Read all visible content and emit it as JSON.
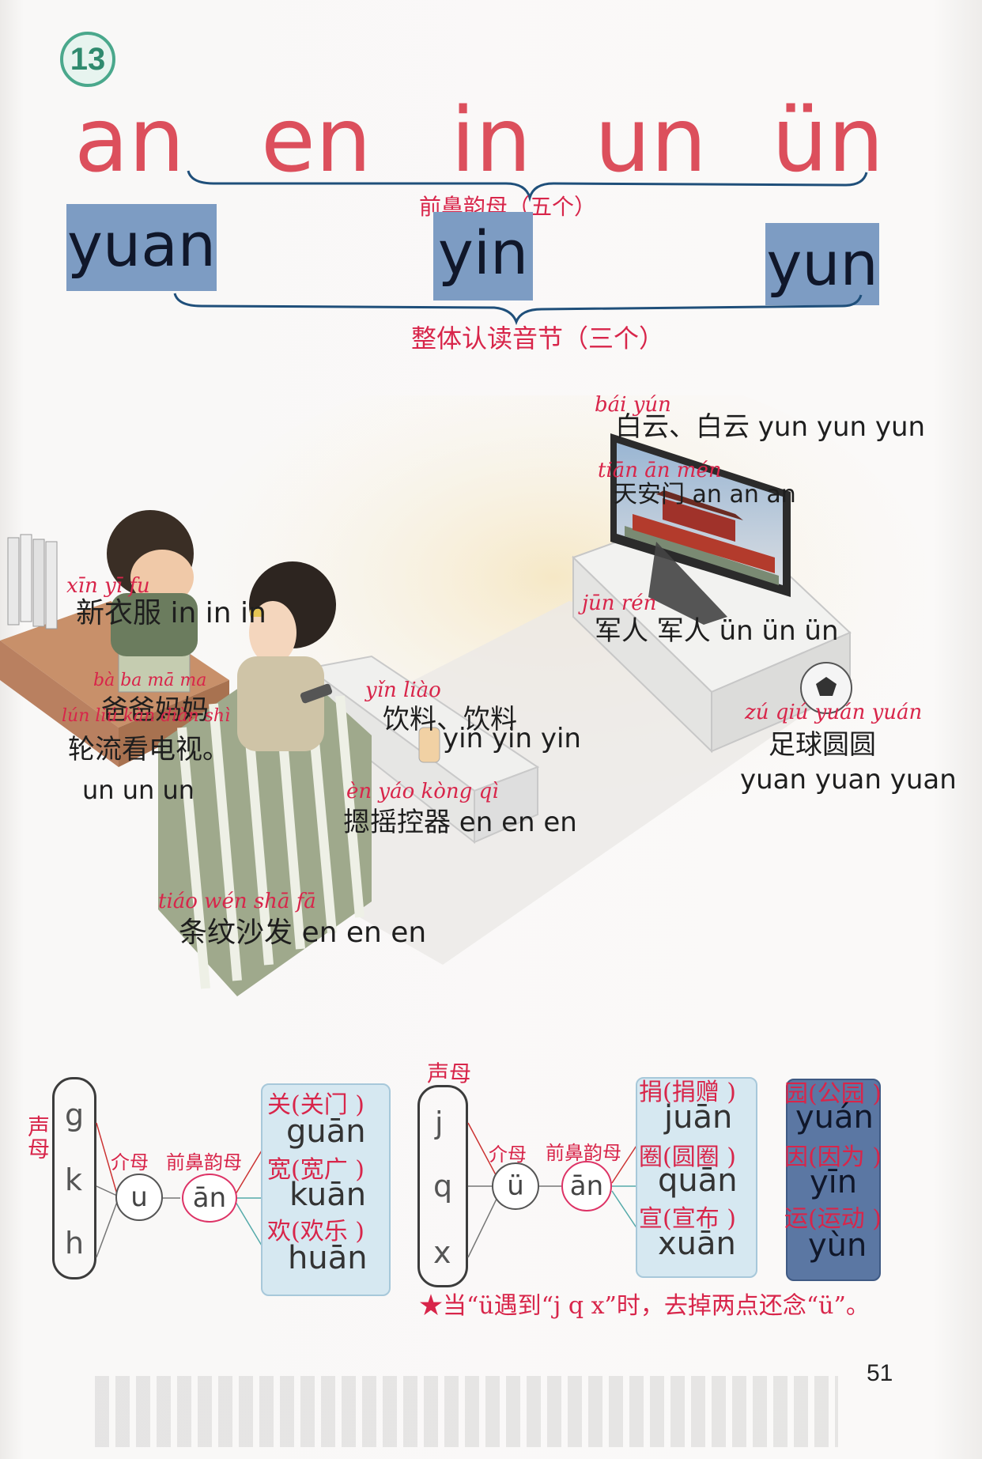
{
  "lesson_number": "13",
  "finals": [
    "an",
    "en",
    "in",
    "un",
    "ün"
  ],
  "finals_note": "前鼻韵母（五个）",
  "whole_syllables": [
    "yuan",
    "yin",
    "yun"
  ],
  "whole_syllables_note": "整体认读音节（三个）",
  "annotations": {
    "baiyun": {
      "pinyin": "bái yún",
      "text": "白云、白云 yun yun yun"
    },
    "tiananmen": {
      "pinyin": "tiān ān mén",
      "text": "天安门 an an an"
    },
    "junren": {
      "pinyin": "jūn rén",
      "text": "军人 军人 ün ün ün"
    },
    "xinyifu": {
      "pinyin": "xīn yī fu",
      "text": "新衣服 in in in"
    },
    "babamama": {
      "pinyin": "bà ba mā ma",
      "text": "爸爸妈妈"
    },
    "lunliu": {
      "pinyin": "lún liú kàn diàn shì",
      "text": "轮流看电视。",
      "tail": "un un un"
    },
    "yinliao": {
      "pinyin": "yǐn liào",
      "text": "饮料、饮料",
      "tail": "yin yin yin"
    },
    "yaokongqi": {
      "pinyin": "èn yáo kòng qì",
      "text": "摁摇控器 en en en"
    },
    "tiaowen": {
      "pinyin": "tiáo wén shā fā",
      "text": "条纹沙发 en en en"
    },
    "zuqiu": {
      "pinyin": "zú qiú yuán yuán",
      "text": "足球圆圆",
      "tail": "yuan yuan yuan"
    }
  },
  "chart_left": {
    "side_label": "声母",
    "initials": [
      "g",
      "k",
      "h"
    ],
    "medial_label": "介母",
    "medial": "u",
    "final_label": "前鼻韵母",
    "final": "ān",
    "results": [
      {
        "char": "关(关门 )",
        "syllable": "guān"
      },
      {
        "char": "宽(宽广 )",
        "syllable": "kuān"
      },
      {
        "char": "欢(欢乐 )",
        "syllable": "huān"
      }
    ]
  },
  "chart_right": {
    "top_label": "声母",
    "initials": [
      "j",
      "q",
      "x"
    ],
    "medial_label": "介母",
    "medial": "ü",
    "final_label": "前鼻韵母",
    "final": "ān",
    "results": [
      {
        "char": "捐(捐赠 )",
        "syllable": "juān"
      },
      {
        "char": "圈(圆圈 )",
        "syllable": "quān"
      },
      {
        "char": "宣(宣布 )",
        "syllable": "xuān"
      }
    ],
    "whole": [
      {
        "char": "园(公园 )",
        "syllable": "yuán"
      },
      {
        "char": "因(因为 )",
        "syllable": "yīn"
      },
      {
        "char": "运(运动 )",
        "syllable": "yùn"
      }
    ]
  },
  "rule_note": "★当“ü遇到“j q x”时，去掉两点还念“ü”。",
  "page_number": "51"
}
